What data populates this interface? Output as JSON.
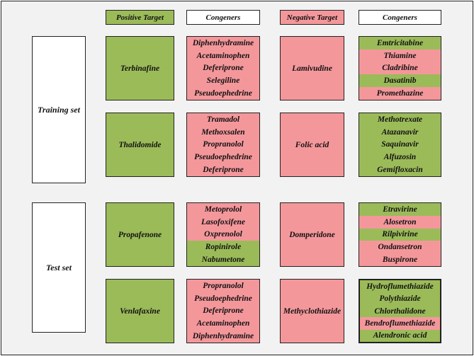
{
  "headers": {
    "positive_target": "Positive Target",
    "congeners_left": "Congeners",
    "negative_target": "Negative Target",
    "congeners_right": "Congeners"
  },
  "sets": {
    "training": "Training set",
    "test": "Test set"
  },
  "rows": [
    {
      "positive": "Terbinafine",
      "positive_congeners": [
        {
          "name": "Diphenhydramine",
          "color": "pink"
        },
        {
          "name": "Acetaminophen",
          "color": "pink"
        },
        {
          "name": "Deferiprone",
          "color": "pink"
        },
        {
          "name": "Selegiline",
          "color": "pink"
        },
        {
          "name": "Pseudoephedrine",
          "color": "pink"
        }
      ],
      "negative": "Lamivudine",
      "negative_congeners": [
        {
          "name": "Emtricitabine",
          "color": "green"
        },
        {
          "name": "Thiamine",
          "color": "pink"
        },
        {
          "name": "Cladribine",
          "color": "pink"
        },
        {
          "name": "Dasatinib",
          "color": "green"
        },
        {
          "name": "Promethazine",
          "color": "pink"
        }
      ]
    },
    {
      "positive": "Thalidomide",
      "positive_congeners": [
        {
          "name": "Tramadol",
          "color": "pink"
        },
        {
          "name": "Methoxsalen",
          "color": "pink"
        },
        {
          "name": "Propranolol",
          "color": "pink"
        },
        {
          "name": "Pseudoephedrine",
          "color": "pink"
        },
        {
          "name": "Deferiprone",
          "color": "pink"
        }
      ],
      "negative": "Folic acid",
      "negative_congeners": [
        {
          "name": "Methotrexate",
          "color": "green"
        },
        {
          "name": "Atazanavir",
          "color": "green"
        },
        {
          "name": "Saquinavir",
          "color": "green"
        },
        {
          "name": "Alfuzosin",
          "color": "green"
        },
        {
          "name": "Gemifloxacin",
          "color": "green"
        }
      ]
    },
    {
      "positive": "Propafenone",
      "positive_congeners": [
        {
          "name": "Metoprolol",
          "color": "pink"
        },
        {
          "name": "Lasofoxifene",
          "color": "pink"
        },
        {
          "name": "Oxprenolol",
          "color": "pink"
        },
        {
          "name": "Ropinirole",
          "color": "green"
        },
        {
          "name": "Nabumetone",
          "color": "green"
        }
      ],
      "negative": "Domperidone",
      "negative_congeners": [
        {
          "name": "Etravirine",
          "color": "green"
        },
        {
          "name": "Alosetron",
          "color": "pink"
        },
        {
          "name": "Rilpivirine",
          "color": "green"
        },
        {
          "name": "Ondansetron",
          "color": "pink"
        },
        {
          "name": "Buspirone",
          "color": "pink"
        }
      ]
    },
    {
      "positive": "Venlafaxine",
      "positive_congeners": [
        {
          "name": "Propranolol",
          "color": "pink"
        },
        {
          "name": "Pseudoephedrine",
          "color": "pink"
        },
        {
          "name": "Deferiprone",
          "color": "pink"
        },
        {
          "name": "Acetaminophen",
          "color": "pink"
        },
        {
          "name": "Diphenhydramine",
          "color": "pink"
        }
      ],
      "negative": "Methyclothiazide",
      "negative_congeners": [
        {
          "name": "Hydroflumethiazide",
          "color": "green"
        },
        {
          "name": "Polythiazide",
          "color": "green"
        },
        {
          "name": "Chlorthalidone",
          "color": "green"
        },
        {
          "name": "Bendroflumethiazide",
          "color": "pink"
        },
        {
          "name": "Alendronic acid",
          "color": "green"
        }
      ]
    }
  ],
  "colors": {
    "green": "#9bbb59",
    "pink": "#f4979b"
  }
}
